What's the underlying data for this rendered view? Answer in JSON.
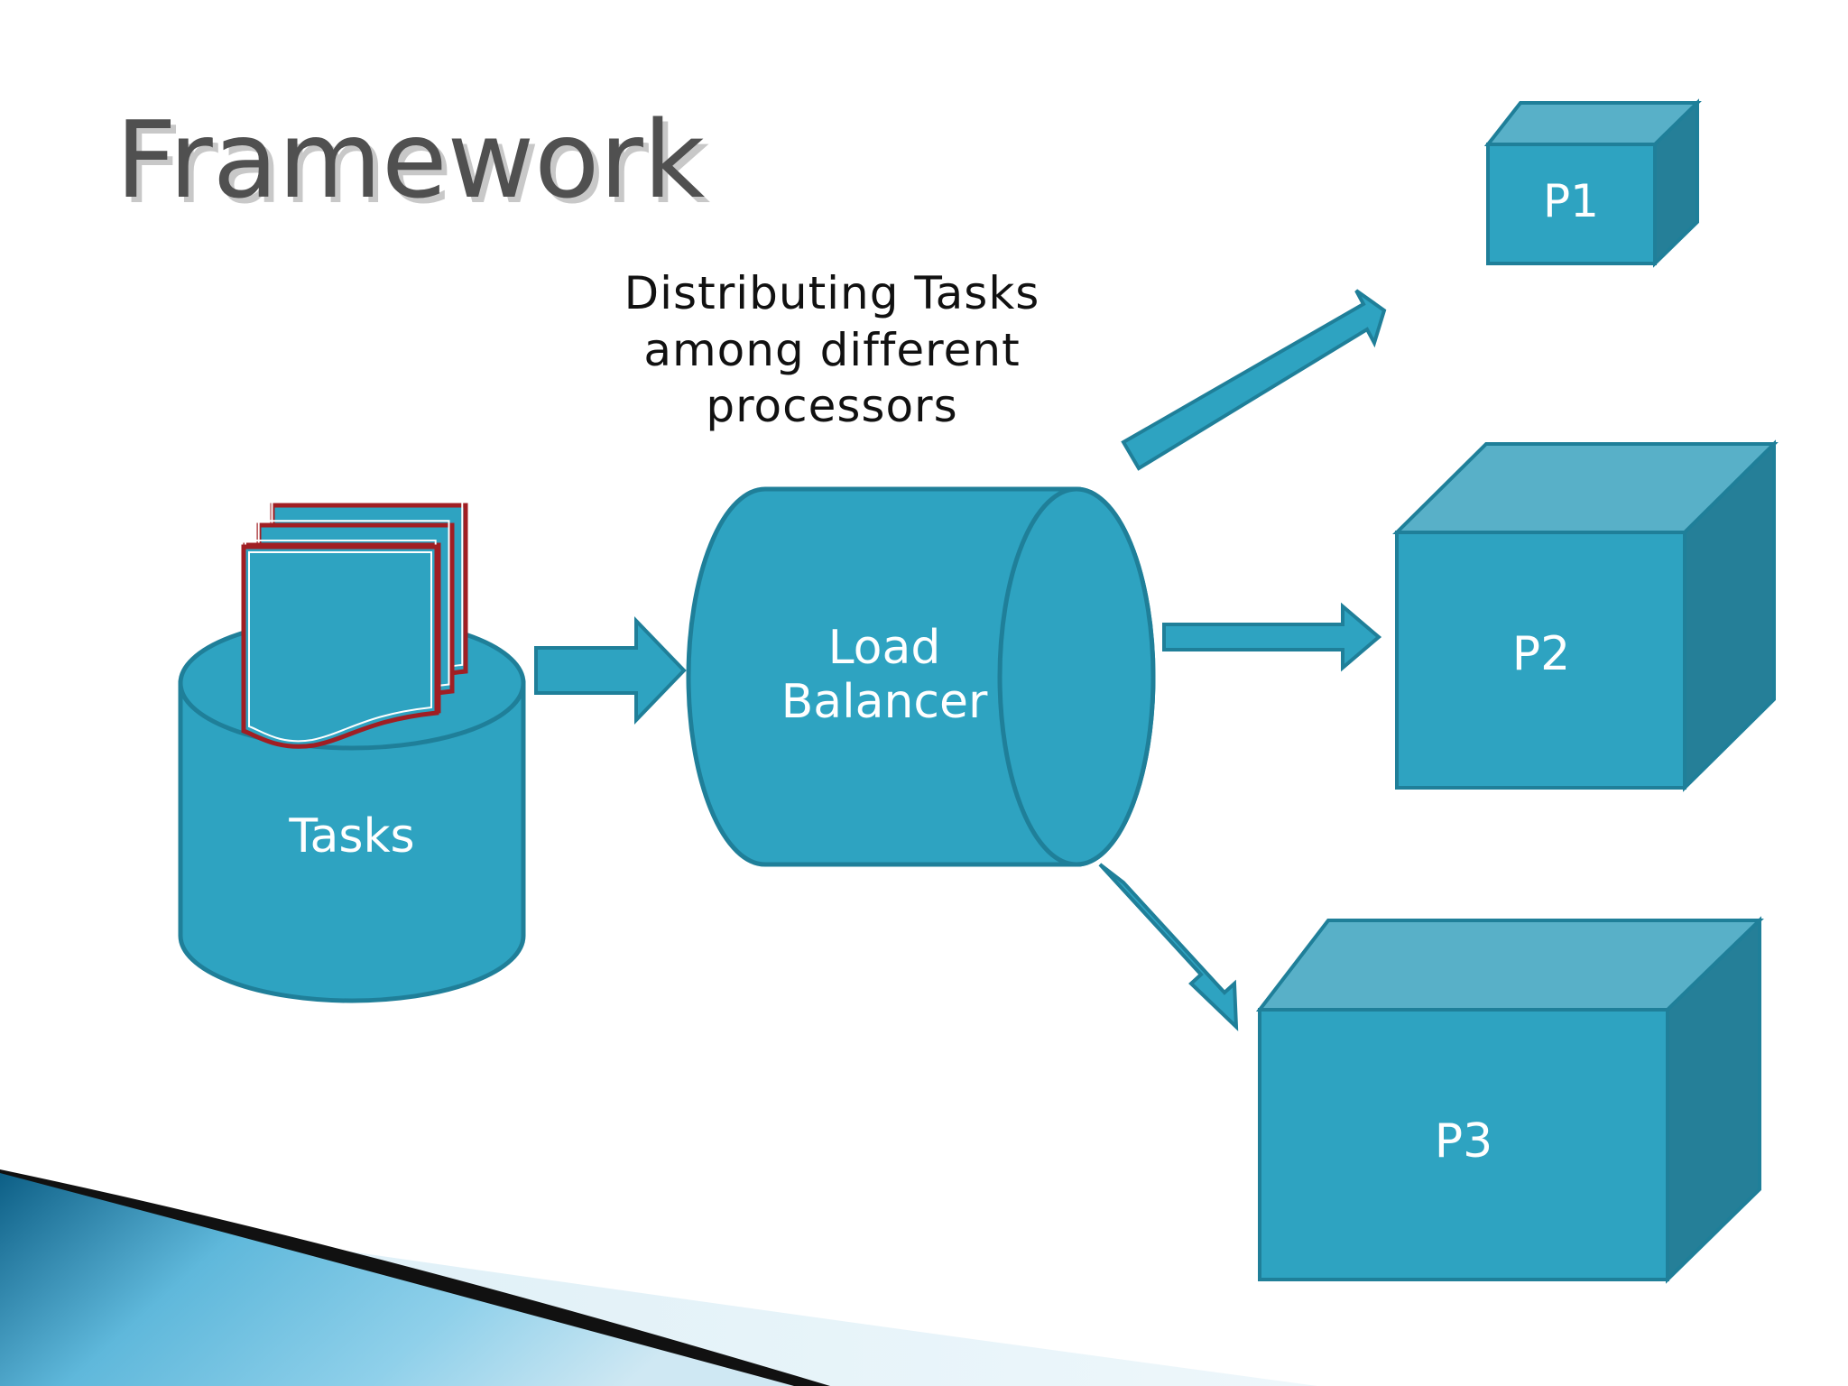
{
  "slide": {
    "title": "Framework",
    "caption_lines": [
      "Distributing Tasks",
      "among different",
      "processors"
    ]
  },
  "nodes": {
    "tasks": {
      "label": "Tasks"
    },
    "load_balancer": {
      "label_lines": [
        "Load",
        "Balancer"
      ]
    },
    "p1": {
      "label": "P1"
    },
    "p2": {
      "label": "P2"
    },
    "p3": {
      "label": "P3"
    }
  },
  "colors": {
    "shape_fill": "#2ea3c1",
    "shape_stroke": "#1f7f99",
    "box_top": "#58b0c8",
    "box_side": "#257f98",
    "document_outline": "#a01e23",
    "title": "#505050"
  }
}
